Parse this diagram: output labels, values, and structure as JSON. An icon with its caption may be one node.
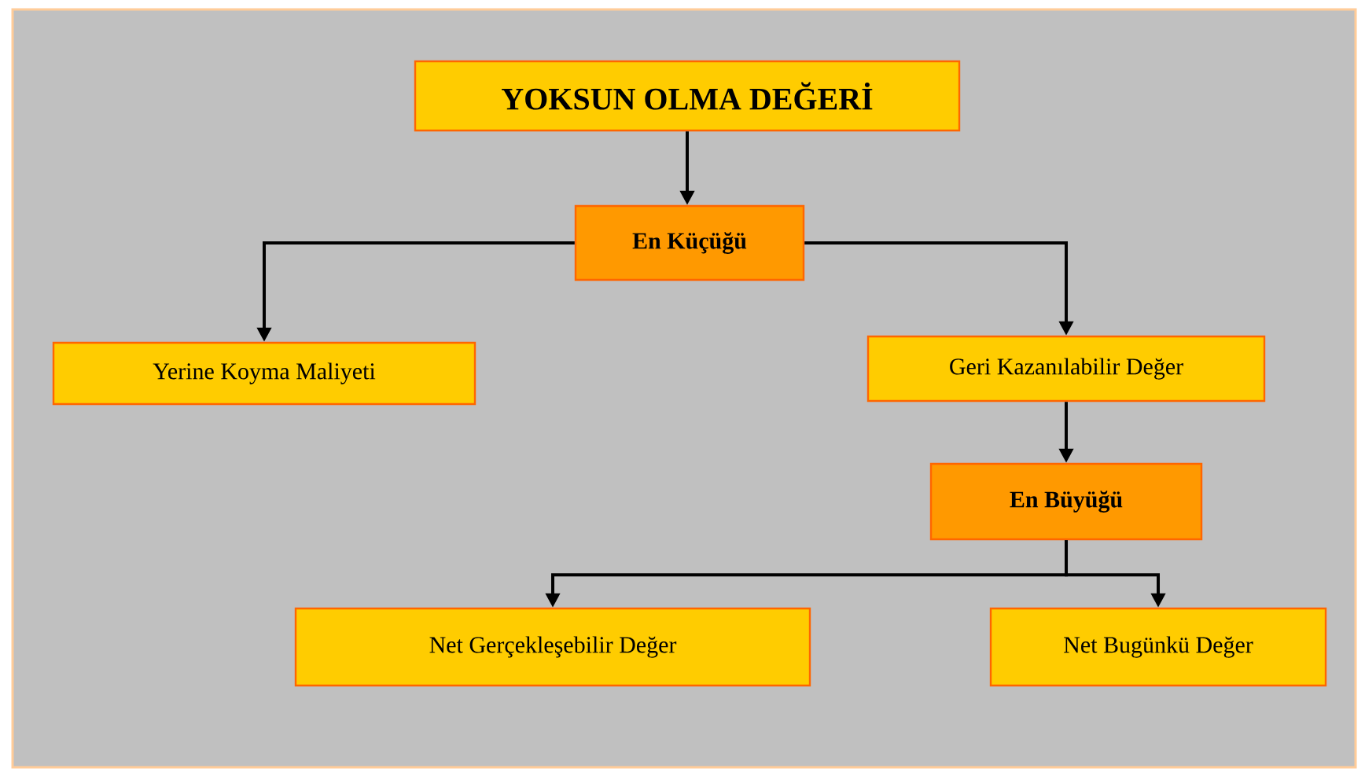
{
  "diagram": {
    "nodes": [
      {
        "text": [
          "YOKSUN OLMA DEĞERİ"
        ]
      },
      {
        "text": [
          "En Küçüğü"
        ]
      },
      {
        "text": [
          "Yerine Koyma Maliyeti"
        ]
      },
      {
        "text": [
          "Geri Kazanılabilir Değer"
        ]
      },
      {
        "text": [
          "En Büyüğü"
        ]
      },
      {
        "text": [
          "Net Gerçekleşebilir Değer"
        ]
      },
      {
        "text": [
          "Net Bugünkü Değer"
        ]
      }
    ],
    "edges": [
      {
        "from": 0,
        "to": 1,
        "arrow": "to"
      },
      {
        "from": 1,
        "to": 2,
        "arrow": "to"
      },
      {
        "from": 1,
        "to": 3,
        "arrow": "to"
      },
      {
        "from": 3,
        "to": 4,
        "arrow": "to"
      },
      {
        "from": 4,
        "to": 5,
        "arrow": "to"
      },
      {
        "from": 4,
        "to": 6,
        "arrow": "to"
      }
    ]
  }
}
